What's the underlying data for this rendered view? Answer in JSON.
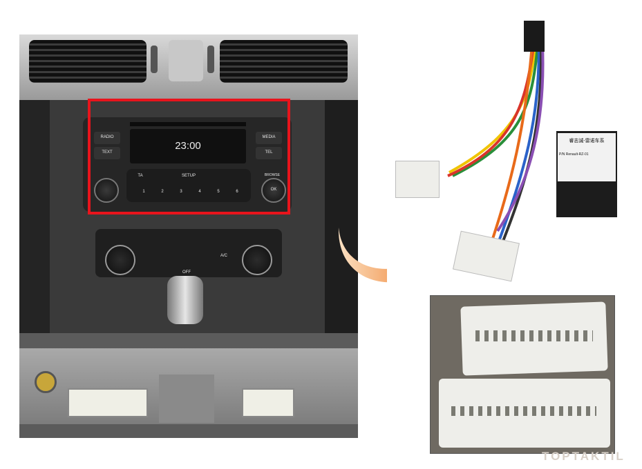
{
  "radio": {
    "clock": "23:00",
    "buttons": {
      "radio": "RADIO",
      "text": "TEXT",
      "media": "MEDIA",
      "tel": "TEL",
      "ta": "TA",
      "setup": "SETUP",
      "browse": "BROWSE",
      "ok": "OK",
      "preset_1": "1",
      "preset_2": "2",
      "preset_3": "3",
      "preset_4": "4",
      "preset_5": "5",
      "preset_6": "6"
    }
  },
  "climate": {
    "ac": "A/C",
    "off": "OFF"
  },
  "adapter_module": {
    "brand_label": "睿志诚-雷诺车系",
    "part_number": "P/N Renault-RZ-01"
  },
  "watermark": "TOPTAKTIL",
  "colors": {
    "highlight_frame": "#e8141c",
    "arrow_orange": "#ef7d2a",
    "connector_white": "#eeeeea"
  }
}
